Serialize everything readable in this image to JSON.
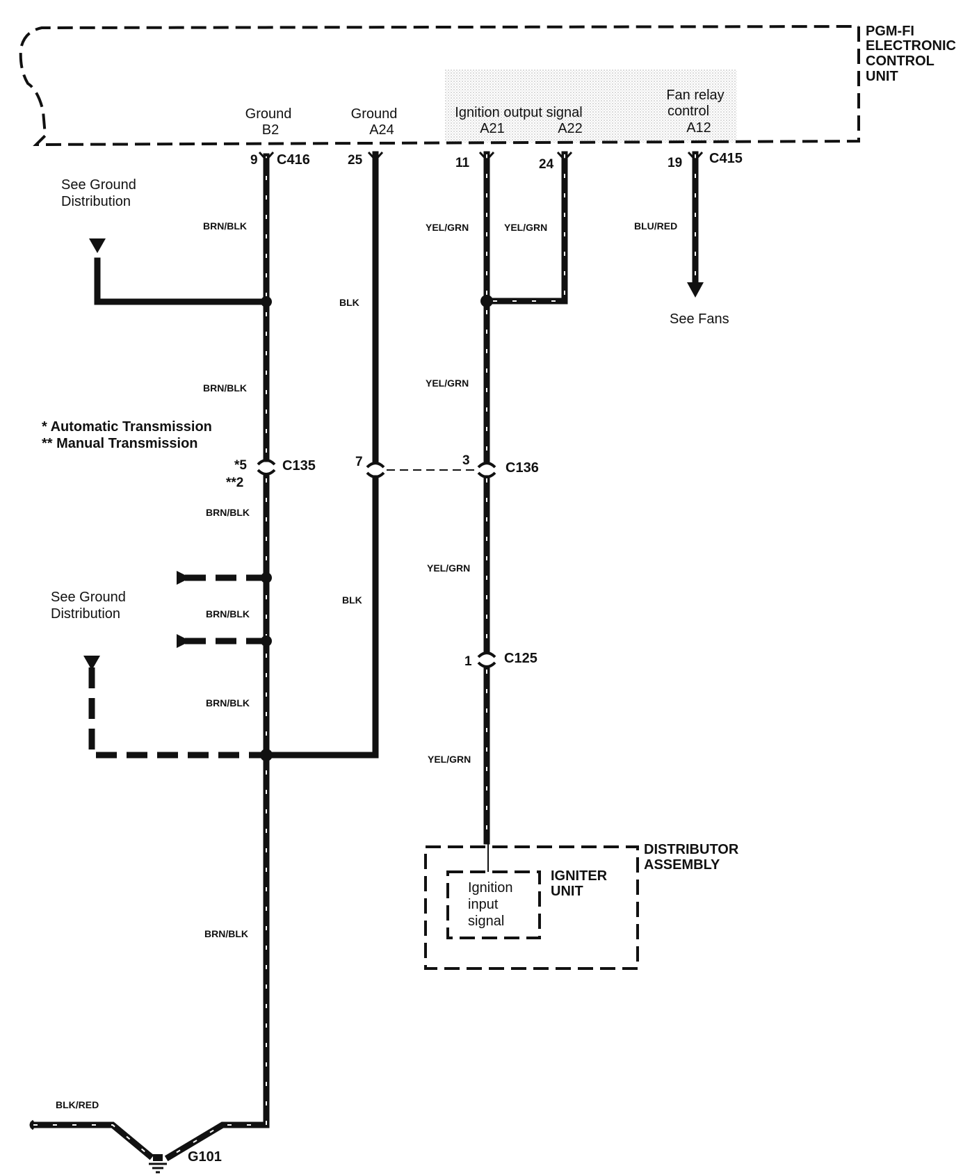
{
  "ecu": {
    "title": [
      "PGM-FI",
      "ELECTRONIC",
      "CONTROL",
      "UNIT"
    ],
    "pins": [
      {
        "function": "Ground",
        "id": "B2"
      },
      {
        "function": "Ground",
        "id": "A24"
      },
      {
        "function": "Ignition output signal",
        "id": "A21"
      },
      {
        "function": "",
        "id": "A22"
      },
      {
        "function_line1": "Fan relay",
        "function_line2": "control",
        "id": "A12"
      }
    ]
  },
  "pins": {
    "p9": "9",
    "p25": "25",
    "p11": "11",
    "p24": "24",
    "p19": "19",
    "p5": "*5",
    "p2": "**2",
    "p7": "7",
    "p3": "3",
    "p1": "1"
  },
  "connectors": {
    "c416": "C416",
    "c415": "C415",
    "c135": "C135",
    "c136": "C136",
    "c125": "C125",
    "g101": "G101"
  },
  "wires": {
    "brn_blk": "BRN/BLK",
    "blk": "BLK",
    "yel_grn": "YEL/GRN",
    "blu_red": "BLU/RED",
    "blk_red": "BLK/RED"
  },
  "notes": {
    "see_ground_1": [
      "See Ground",
      "Distribution"
    ],
    "see_ground_2": [
      "See Ground",
      "Distribution"
    ],
    "see_fans": "See Fans",
    "legend_auto": "*  Automatic Transmission",
    "legend_manual": "** Manual Transmission"
  },
  "distributor": {
    "title": [
      "DISTRIBUTOR",
      "ASSEMBLY"
    ],
    "igniter": [
      "IGNITER",
      "UNIT"
    ],
    "input": [
      "Ignition",
      "input",
      "signal"
    ]
  }
}
